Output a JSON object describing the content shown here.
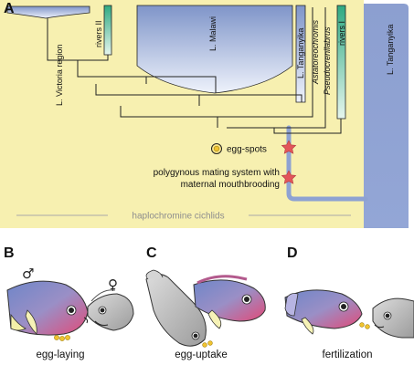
{
  "panels": {
    "a": "A",
    "b": "B",
    "c": "C",
    "d": "D"
  },
  "tree": {
    "victoria": "L. Victoria region",
    "rivers_left": "rivers II",
    "malawi": "L. Malawi",
    "tanganyika_small": "L. Tanganyika",
    "astatoreochromis": "Astatoreochromis",
    "pseudocrenilabrus": "Pseudocrenilabrus",
    "rivers_right": "rivers I",
    "tanganyika_big": "L. Tanganyika",
    "egg_spots": "egg-spots",
    "mating_line1": "polygynous mating system with",
    "mating_line2": "maternal mouthbrooding",
    "group": "haplochromine cichlids"
  },
  "behaviors": {
    "male_symbol": "♂",
    "female_symbol": "♀",
    "b": "egg-laying",
    "c": "egg-uptake",
    "d": "fertilization"
  },
  "colors": {
    "background_panel": "#f7f0b0",
    "lake_blue": "#8ea2d2",
    "river_green": "#3fb489",
    "star": "#e2555a",
    "fish_grey": "#b9b9b9"
  }
}
